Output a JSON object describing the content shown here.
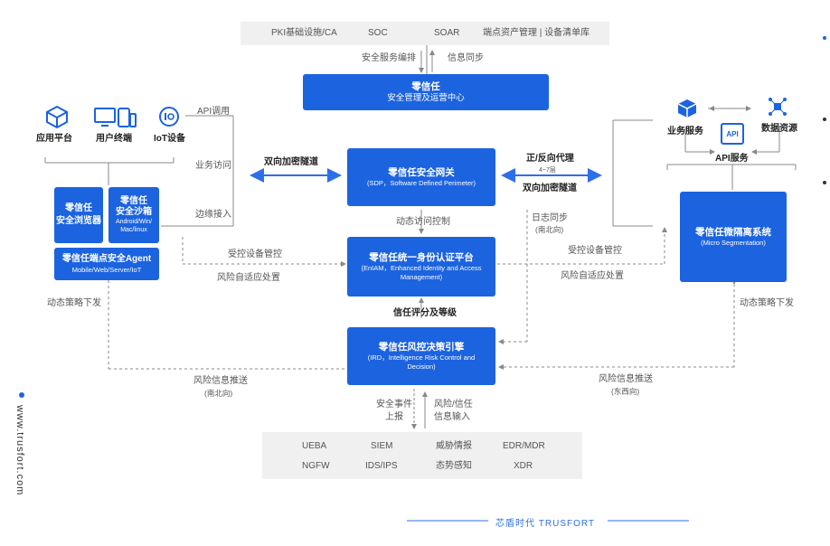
{
  "top_bar": {
    "items": [
      "PKI基础设施/CA",
      "SOC",
      "SOAR",
      "端点资产管理 | 设备清单库"
    ]
  },
  "top_links": {
    "left": "安全服务编排",
    "right": "信息同步"
  },
  "center_top": {
    "title": "零信任",
    "subtitle": "安全管理及运营中心"
  },
  "gateway": {
    "title": "零信任安全网关",
    "subtitle": "(SDP，Software Defined Perimeter)"
  },
  "iam": {
    "title": "零信任统一身份认证平台",
    "subtitle": "(EnIAM，Enhanced Identity and Access Management)"
  },
  "ird": {
    "title": "零信任风控决策引擎",
    "subtitle": "(IRD，Intelligence Risk Control and Decision)"
  },
  "micro": {
    "title": "零信任微隔离系统",
    "subtitle": "(Micro Segmentation)"
  },
  "left_clients": {
    "apps": [
      "应用平台",
      "用户终端",
      "IoT设备"
    ],
    "browser": "零信任\n安全浏览器",
    "sandbox_title": "零信任\n安全沙箱",
    "sandbox_sub": "Android/Win/\nMac/linux",
    "agent_title": "零信任端点安全Agent",
    "agent_sub": "Mobile/Web/Server/IoT"
  },
  "right_resources": {
    "business": "业务服务",
    "data": "数据资源",
    "api": "API服务",
    "api_chip": "API"
  },
  "labels": {
    "api_call": "API调用",
    "biz_access": "业务访问",
    "edge_access": "边缘接入",
    "bidir_tunnel_left": "双向加密隧道",
    "proxy": "正/反向代理",
    "proxy_layer": "4~7层",
    "bidir_tunnel_right": "双向加密隧道",
    "dyn_access": "动态访问控制",
    "log_sync": "日志同步",
    "log_dir": "(南北向)",
    "ctrl_left": "受控设备管控",
    "risk_left": "风险自适应处置",
    "ctrl_right": "受控设备管控",
    "risk_right": "风险自适应处置",
    "trust_score": "信任评分及等级",
    "policy_left": "动态策略下发",
    "policy_right": "动态策略下发",
    "risk_push_left": "风险信息推送",
    "risk_push_left_dir": "(南北向)",
    "risk_push_right": "风险信息推送",
    "risk_push_right_dir": "(东西向)",
    "event_report_1": "安全事件",
    "event_report_2": "上报",
    "risk_input_1": "风险/信任",
    "risk_input_2": "信息输入"
  },
  "bottom_bar": {
    "row1": [
      "UEBA",
      "SIEM",
      "威胁情报",
      "EDR/MDR"
    ],
    "row2": [
      "NGFW",
      "IDS/IPS",
      "态势感知",
      "XDR"
    ]
  },
  "side_url": "www.trusfort.com",
  "footer": "芯盾时代 TRUSFORT",
  "colors": {
    "primary": "#1c63e0",
    "line": "#888888",
    "bar": "#f0f0f0"
  }
}
